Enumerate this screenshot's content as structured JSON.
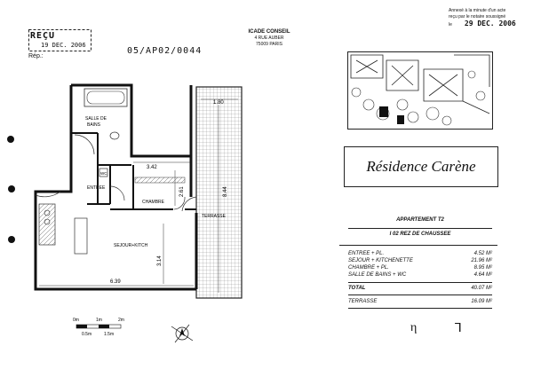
{
  "stamps": {
    "recu": {
      "label": "REÇU",
      "date": "19 DEC. 2006",
      "rep": "Rép.:"
    },
    "reference": "05/AP02/0044",
    "icade": {
      "line1": "ICADE CONSEIL",
      "line2": "4 RUE AUBER",
      "line3": "75009 PARIS"
    },
    "annex": {
      "line1": "Annexé à la minute d'un acte",
      "line2": "reçu par le notaire soussigné",
      "prefix": "le",
      "date": "29 DEC. 2006"
    }
  },
  "plan": {
    "rooms": {
      "salle_de_bains": [
        "SALLE DE",
        "BAINS"
      ],
      "wc": "WC",
      "entree": "ENTREE",
      "chambre": "CHAMBRE",
      "sejour": "SEJOUR+KITCH",
      "terrasse": "TERRASSE"
    },
    "dimensions": {
      "terrace_width": "1.80",
      "chambre_width": "3.42",
      "chambre_depth": "2.61",
      "terrace_length": "8.44",
      "sejour_depth": "3.14",
      "sejour_width": "6.39"
    },
    "scale": {
      "m0": "0m",
      "m1": "1m",
      "m2": "2m",
      "m05": "0.5m",
      "m15": "1.5m"
    }
  },
  "panel": {
    "title": "Résidence Carène",
    "apartment": "APPARTEMENT T2",
    "floor": "I 02     REZ DE CHAUSSEE",
    "rooms": [
      {
        "name": "ENTREE + PL.",
        "area": "4.52 M²"
      },
      {
        "name": "SEJOUR + KITCHENETTE",
        "area": "21.96 M²"
      },
      {
        "name": "CHAMBRE + PL.",
        "area": "8.95 M²"
      },
      {
        "name": "SALLE DE BAINS + WC",
        "area": "4.64 M²"
      }
    ],
    "total": {
      "name": "TOTAL",
      "area": "40.07 M²"
    },
    "terrace": {
      "name": "TERRASSE",
      "area": "16.09 M²"
    }
  },
  "signatures": {
    "a": "η",
    "b": "ꓶ"
  }
}
